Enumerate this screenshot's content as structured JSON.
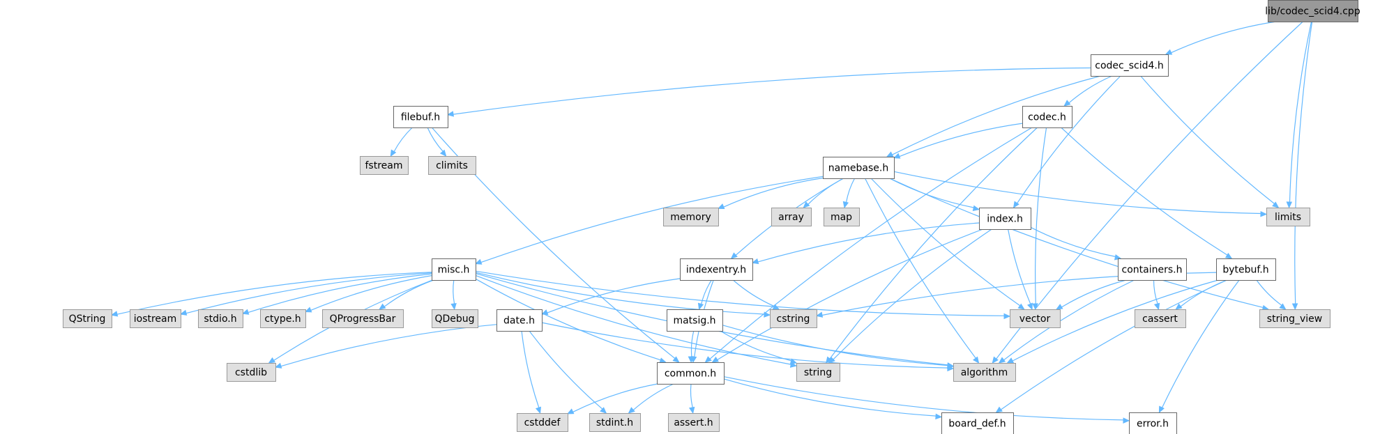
{
  "colors": {
    "root_fill": "#999999",
    "root_stroke": "#666666",
    "doc_fill": "#ffffff",
    "doc_stroke": "#666666",
    "ext_fill": "#e0e0e0",
    "ext_stroke": "#999999",
    "edge": "#63b8ff",
    "text": "#000000"
  },
  "nodes": [
    {
      "id": "root",
      "label": "lib/codec_scid4.cpp",
      "kind": "root"
    },
    {
      "id": "codec_scid4_h",
      "label": "codec_scid4.h",
      "kind": "doc"
    },
    {
      "id": "filebuf_h",
      "label": "filebuf.h",
      "kind": "doc"
    },
    {
      "id": "codec_h",
      "label": "codec.h",
      "kind": "doc"
    },
    {
      "id": "fstream",
      "label": "fstream",
      "kind": "ext"
    },
    {
      "id": "climits",
      "label": "climits",
      "kind": "ext"
    },
    {
      "id": "namebase_h",
      "label": "namebase.h",
      "kind": "doc"
    },
    {
      "id": "memory",
      "label": "memory",
      "kind": "ext"
    },
    {
      "id": "array",
      "label": "array",
      "kind": "ext"
    },
    {
      "id": "map",
      "label": "map",
      "kind": "ext"
    },
    {
      "id": "index_h",
      "label": "index.h",
      "kind": "doc"
    },
    {
      "id": "limits",
      "label": "limits",
      "kind": "ext"
    },
    {
      "id": "misc_h",
      "label": "misc.h",
      "kind": "doc"
    },
    {
      "id": "indexentry_h",
      "label": "indexentry.h",
      "kind": "doc"
    },
    {
      "id": "containers_h",
      "label": "containers.h",
      "kind": "doc"
    },
    {
      "id": "bytebuf_h",
      "label": "bytebuf.h",
      "kind": "doc"
    },
    {
      "id": "QString",
      "label": "QString",
      "kind": "ext"
    },
    {
      "id": "iostream",
      "label": "iostream",
      "kind": "ext"
    },
    {
      "id": "stdio_h",
      "label": "stdio.h",
      "kind": "ext"
    },
    {
      "id": "ctype_h",
      "label": "ctype.h",
      "kind": "ext"
    },
    {
      "id": "QProgressBar",
      "label": "QProgressBar",
      "kind": "ext"
    },
    {
      "id": "QDebug",
      "label": "QDebug",
      "kind": "ext"
    },
    {
      "id": "date_h",
      "label": "date.h",
      "kind": "doc"
    },
    {
      "id": "matsig_h",
      "label": "matsig.h",
      "kind": "doc"
    },
    {
      "id": "cstring",
      "label": "cstring",
      "kind": "ext"
    },
    {
      "id": "vector",
      "label": "vector",
      "kind": "ext"
    },
    {
      "id": "cassert",
      "label": "cassert",
      "kind": "ext"
    },
    {
      "id": "string_view",
      "label": "string_view",
      "kind": "ext"
    },
    {
      "id": "cstdlib",
      "label": "cstdlib",
      "kind": "ext"
    },
    {
      "id": "common_h",
      "label": "common.h",
      "kind": "doc"
    },
    {
      "id": "string",
      "label": "string",
      "kind": "ext"
    },
    {
      "id": "algorithm",
      "label": "algorithm",
      "kind": "ext"
    },
    {
      "id": "cstddef",
      "label": "cstddef",
      "kind": "ext"
    },
    {
      "id": "stdint_h",
      "label": "stdint.h",
      "kind": "ext"
    },
    {
      "id": "assert_h",
      "label": "assert.h",
      "kind": "ext"
    },
    {
      "id": "board_def_h",
      "label": "board_def.h",
      "kind": "doc"
    },
    {
      "id": "error_h",
      "label": "error.h",
      "kind": "doc"
    }
  ],
  "edges": [
    [
      "root",
      "codec_scid4_h"
    ],
    [
      "root",
      "limits"
    ],
    [
      "root",
      "string_view"
    ],
    [
      "root",
      "algorithm"
    ],
    [
      "codec_scid4_h",
      "filebuf_h"
    ],
    [
      "codec_scid4_h",
      "codec_h"
    ],
    [
      "codec_scid4_h",
      "namebase_h"
    ],
    [
      "codec_scid4_h",
      "index_h"
    ],
    [
      "codec_scid4_h",
      "limits"
    ],
    [
      "filebuf_h",
      "fstream"
    ],
    [
      "filebuf_h",
      "climits"
    ],
    [
      "filebuf_h",
      "common_h"
    ],
    [
      "codec_h",
      "namebase_h"
    ],
    [
      "codec_h",
      "bytebuf_h"
    ],
    [
      "codec_h",
      "vector"
    ],
    [
      "codec_h",
      "common_h"
    ],
    [
      "codec_h",
      "string"
    ],
    [
      "namebase_h",
      "memory"
    ],
    [
      "namebase_h",
      "array"
    ],
    [
      "namebase_h",
      "map"
    ],
    [
      "namebase_h",
      "index_h"
    ],
    [
      "namebase_h",
      "limits"
    ],
    [
      "namebase_h",
      "misc_h"
    ],
    [
      "namebase_h",
      "indexentry_h"
    ],
    [
      "namebase_h",
      "vector"
    ],
    [
      "namebase_h",
      "string_view"
    ],
    [
      "namebase_h",
      "algorithm"
    ],
    [
      "index_h",
      "indexentry_h"
    ],
    [
      "index_h",
      "containers_h"
    ],
    [
      "index_h",
      "vector"
    ],
    [
      "index_h",
      "common_h"
    ],
    [
      "index_h",
      "string"
    ],
    [
      "misc_h",
      "QString"
    ],
    [
      "misc_h",
      "iostream"
    ],
    [
      "misc_h",
      "stdio_h"
    ],
    [
      "misc_h",
      "ctype_h"
    ],
    [
      "misc_h",
      "QProgressBar"
    ],
    [
      "misc_h",
      "QDebug"
    ],
    [
      "misc_h",
      "cstring"
    ],
    [
      "misc_h",
      "vector"
    ],
    [
      "misc_h",
      "cstdlib"
    ],
    [
      "misc_h",
      "common_h"
    ],
    [
      "misc_h",
      "string"
    ],
    [
      "misc_h",
      "algorithm"
    ],
    [
      "indexentry_h",
      "date_h"
    ],
    [
      "indexentry_h",
      "matsig_h"
    ],
    [
      "indexentry_h",
      "cstring"
    ],
    [
      "indexentry_h",
      "common_h"
    ],
    [
      "containers_h",
      "vector"
    ],
    [
      "containers_h",
      "cassert"
    ],
    [
      "containers_h",
      "algorithm"
    ],
    [
      "bytebuf_h",
      "cstring"
    ],
    [
      "bytebuf_h",
      "cassert"
    ],
    [
      "bytebuf_h",
      "string_view"
    ],
    [
      "bytebuf_h",
      "algorithm"
    ],
    [
      "bytebuf_h",
      "board_def_h"
    ],
    [
      "bytebuf_h",
      "error_h"
    ],
    [
      "date_h",
      "cstdlib"
    ],
    [
      "date_h",
      "cstddef"
    ],
    [
      "date_h",
      "stdint_h"
    ],
    [
      "date_h",
      "algorithm"
    ],
    [
      "matsig_h",
      "common_h"
    ],
    [
      "matsig_h",
      "string"
    ],
    [
      "matsig_h",
      "algorithm"
    ],
    [
      "common_h",
      "cstddef"
    ],
    [
      "common_h",
      "stdint_h"
    ],
    [
      "common_h",
      "assert_h"
    ],
    [
      "common_h",
      "board_def_h"
    ],
    [
      "common_h",
      "error_h"
    ]
  ]
}
